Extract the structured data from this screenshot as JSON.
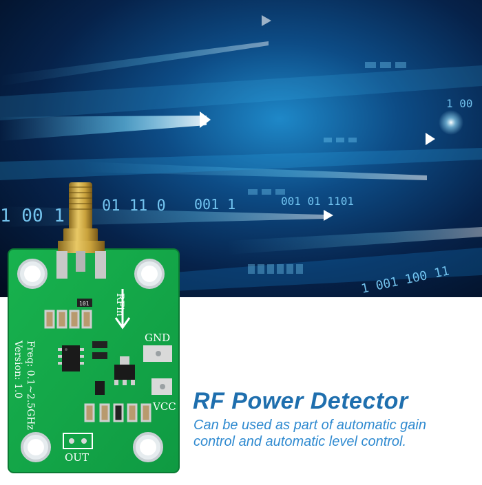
{
  "banner": {
    "binary_rows": [
      "1 00 1",
      "01 11 0",
      "001 1",
      "001 01 1101",
      "1 00",
      "1 001 100 11"
    ]
  },
  "board": {
    "silk_rfin": "RFin",
    "silk_freq": "Freq: 0.1~2.5GHz",
    "silk_version": "Version: 1.0",
    "silk_gnd": "GND",
    "silk_vcc": "VCC",
    "silk_out": "OUT",
    "silk_ref_101": "101"
  },
  "product": {
    "title": "RF Power Detector",
    "description": "Can be used as part of automatic gain control and automatic level control."
  },
  "colors": {
    "title": "#1f6fae",
    "description": "#2f8ad0",
    "pcb": "#14a84a"
  }
}
